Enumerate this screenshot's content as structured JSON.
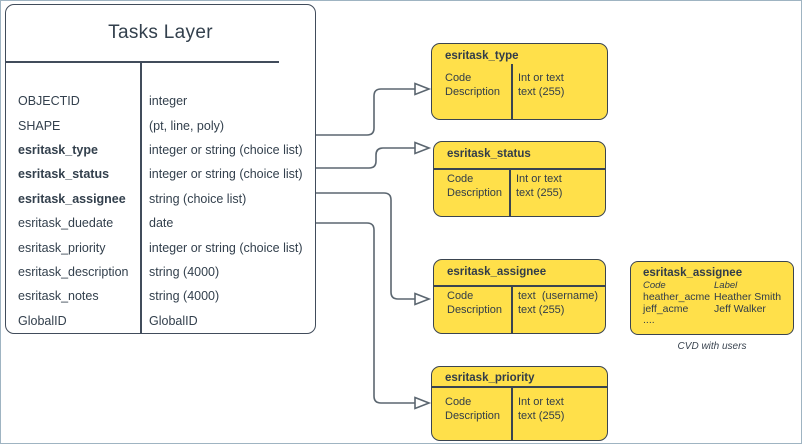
{
  "main_table": {
    "title": "Tasks Layer",
    "rows": [
      {
        "field": "OBJECTID",
        "type": "integer"
      },
      {
        "field": "SHAPE",
        "type": "(pt, line, poly)"
      },
      {
        "field": "esritask_type",
        "type": "integer or string (choice list)"
      },
      {
        "field": "esritask_status",
        "type": "integer or string (choice list)"
      },
      {
        "field": "esritask_assignee",
        "type": "string (choice list)"
      },
      {
        "field": "esritask_duedate",
        "type": "date"
      },
      {
        "field": "esritask_priority",
        "type": "integer or string (choice list)"
      },
      {
        "field": "esritask_description",
        "type": "string (4000)"
      },
      {
        "field": "esritask_notes",
        "type": "string (4000)"
      },
      {
        "field": "GlobalID",
        "type": "GlobalID"
      }
    ]
  },
  "domain_boxes": [
    {
      "title": "esritask_type",
      "left": [
        "Code",
        "Description"
      ],
      "right": [
        "Int or text",
        "text (255)"
      ]
    },
    {
      "title": "esritask_status",
      "left": [
        "Code",
        "Description"
      ],
      "right": [
        "Int or text",
        "text (255)"
      ]
    },
    {
      "title": "esritask_assignee",
      "left": [
        "Code",
        "Description"
      ],
      "right": [
        "text  (username)",
        "text (255)"
      ]
    },
    {
      "title": "esritask_priority",
      "left": [
        "Code",
        "Description"
      ],
      "right": [
        "Int or text",
        "text (255)"
      ]
    }
  ],
  "cvd_box": {
    "title": "esritask_assignee",
    "col_headers": [
      "Code",
      "Label"
    ],
    "rows": [
      {
        "code": "heather_acme",
        "label": "Heather Smith"
      },
      {
        "code": "jeff_acme",
        "label": "Jeff Walker"
      },
      {
        "code": "....",
        "label": ""
      }
    ],
    "caption": "CVD with users"
  },
  "colors": {
    "box_fill": "#ffe04a",
    "box_border": "#3a4450",
    "connector": "#5b6670",
    "text": "#33404d"
  }
}
